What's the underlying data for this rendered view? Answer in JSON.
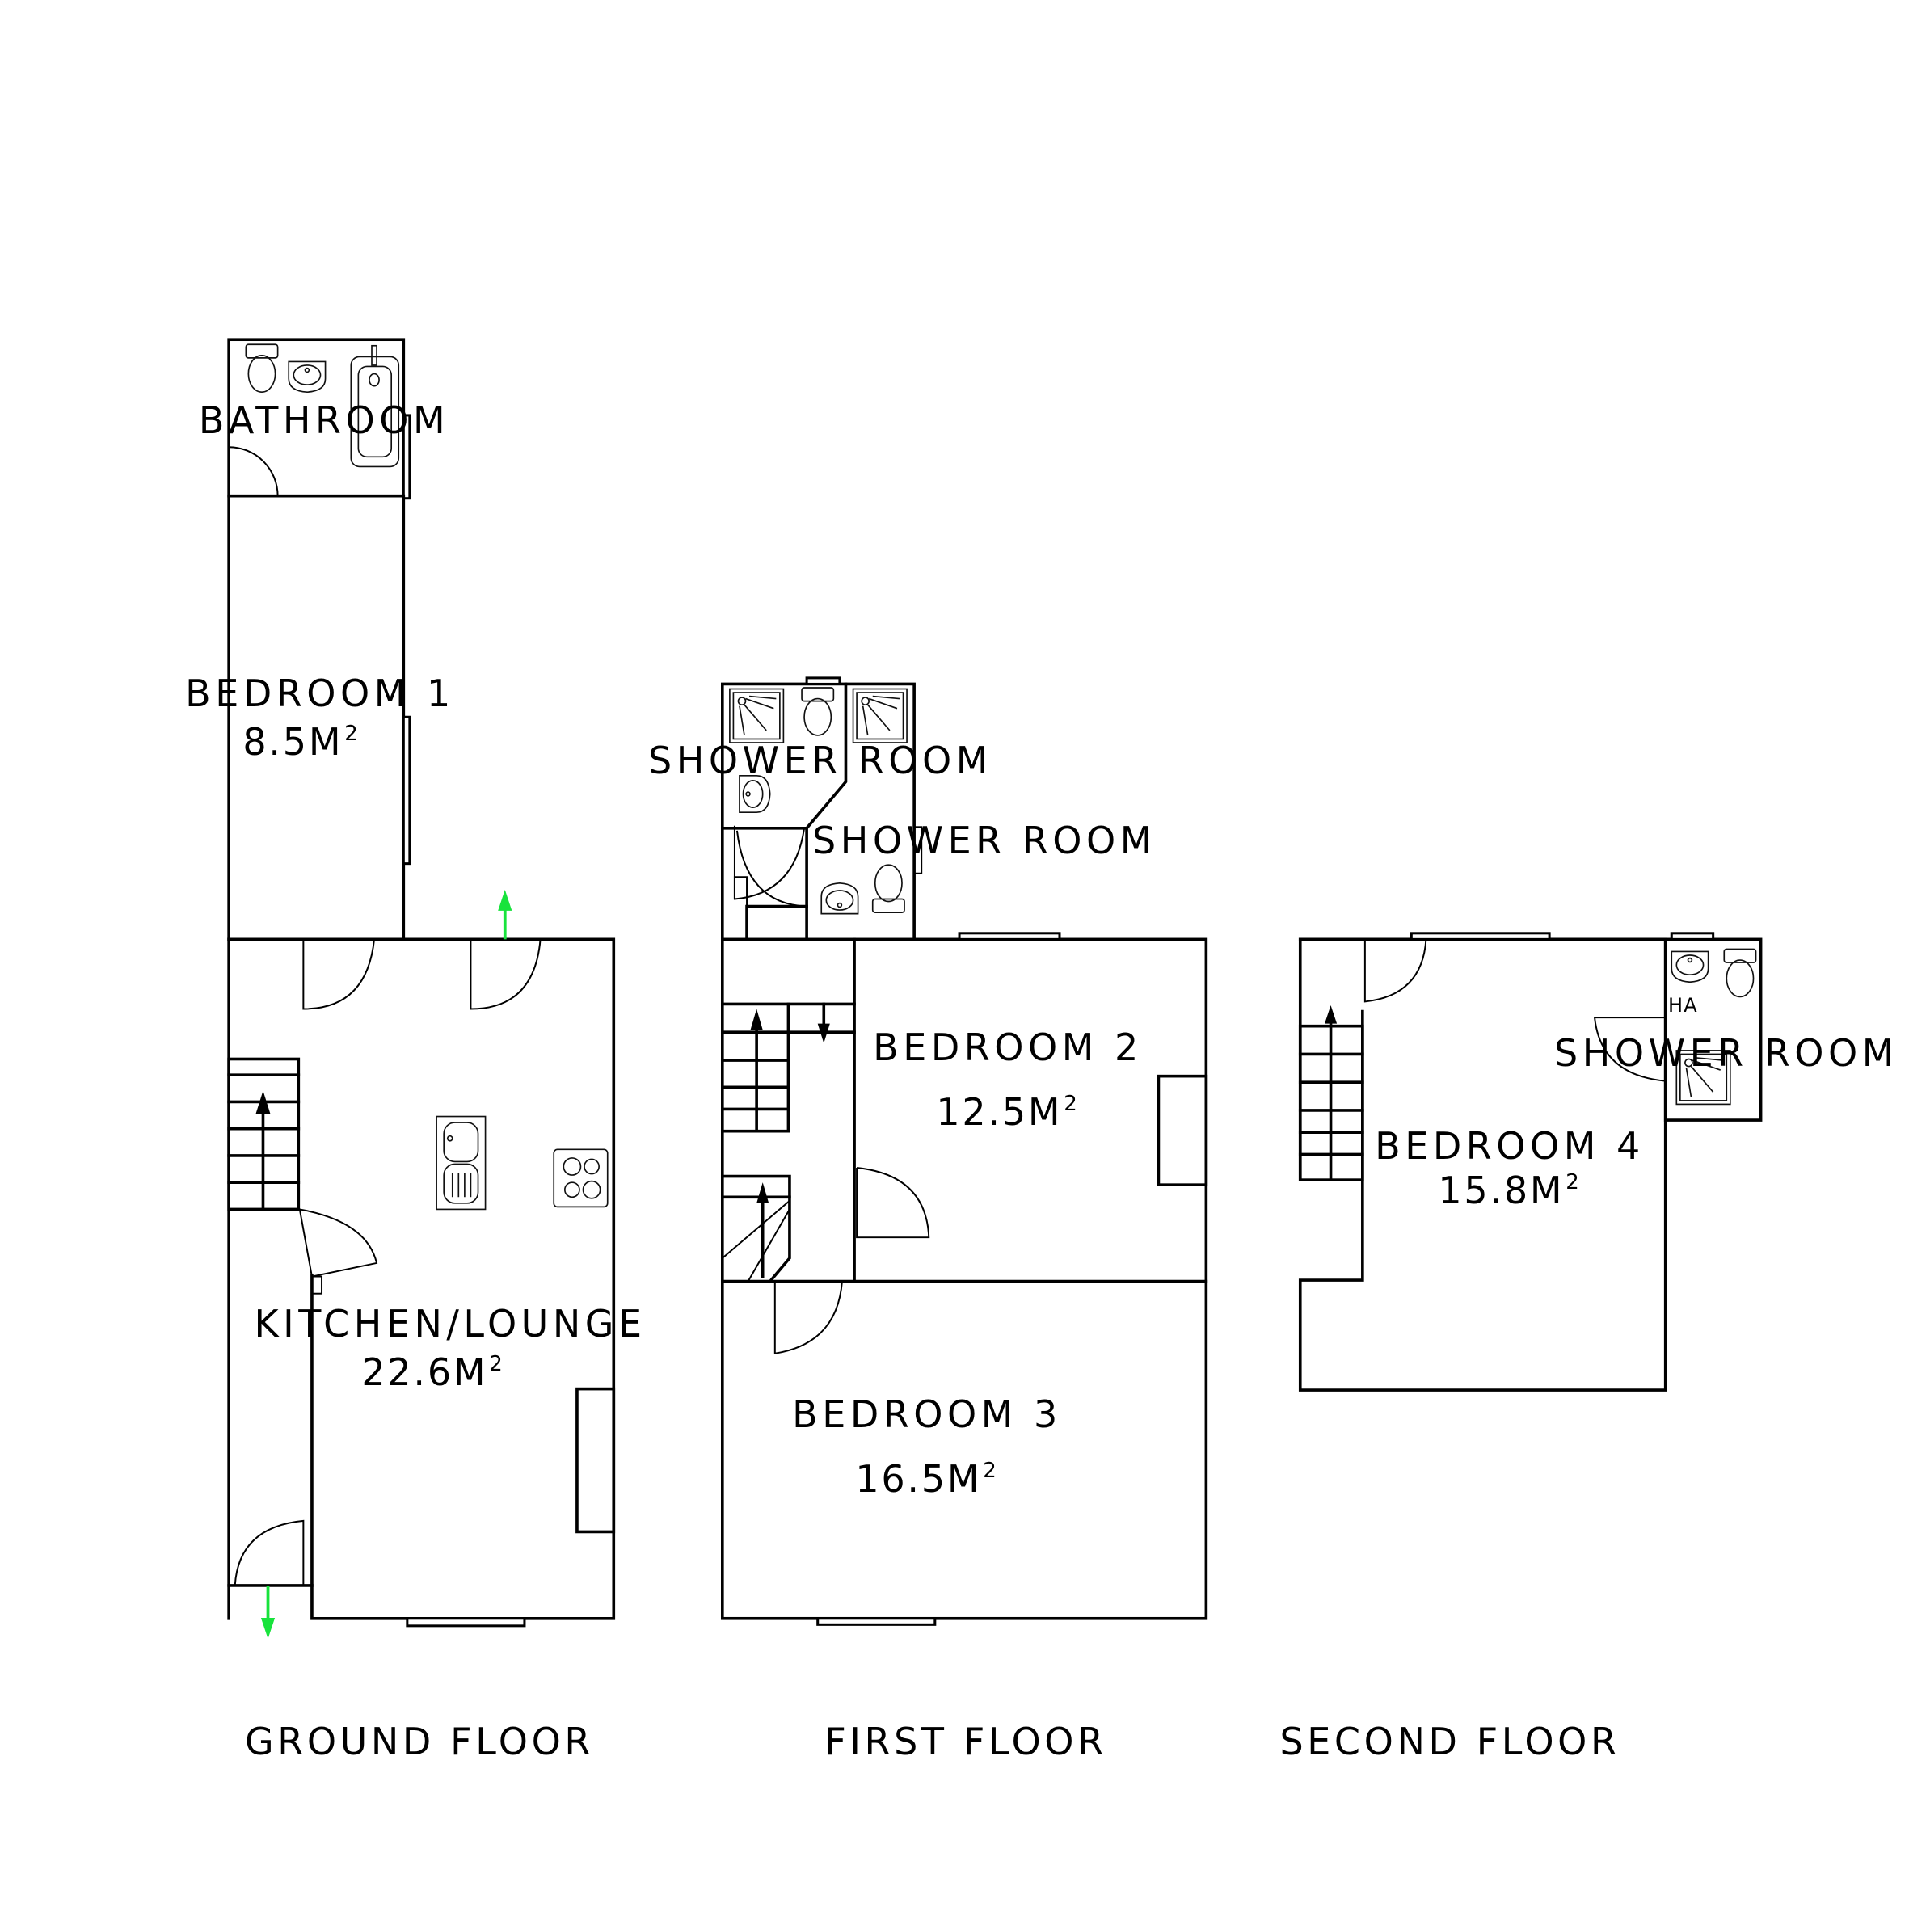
{
  "floors": [
    {
      "label": "GROUND FLOOR",
      "rooms": [
        {
          "name": "BATHROOM",
          "area": null
        },
        {
          "name": "BEDROOM 1",
          "area": "8.5M",
          "unit_sup": "2"
        },
        {
          "name": "KITCHEN/LOUNGE",
          "area": "22.6M",
          "unit_sup": "2"
        }
      ]
    },
    {
      "label": "FIRST FLOOR",
      "rooms": [
        {
          "name": "SHOWER ROOM",
          "area": null
        },
        {
          "name": "SHOWER ROOM",
          "area": null
        },
        {
          "name": "BEDROOM 2",
          "area": "12.5M",
          "unit_sup": "2"
        },
        {
          "name": "BEDROOM 3",
          "area": "16.5M",
          "unit_sup": "2"
        }
      ]
    },
    {
      "label": "SECOND FLOOR",
      "rooms": [
        {
          "name": "SHOWER ROOM",
          "area": null,
          "note": "HA"
        },
        {
          "name": "BEDROOM 4",
          "area": "15.8M",
          "unit_sup": "2"
        }
      ]
    }
  ],
  "colors": {
    "wall": "#000000",
    "entry_arrow": "#18e33c",
    "background": "#ffffff"
  },
  "icons": [
    "toilet-icon",
    "basin-icon",
    "bath-icon",
    "shower-tray-icon",
    "sink-icon",
    "hob-icon",
    "stairs-icon",
    "door-swing-icon",
    "entry-arrow-icon",
    "window-icon"
  ]
}
